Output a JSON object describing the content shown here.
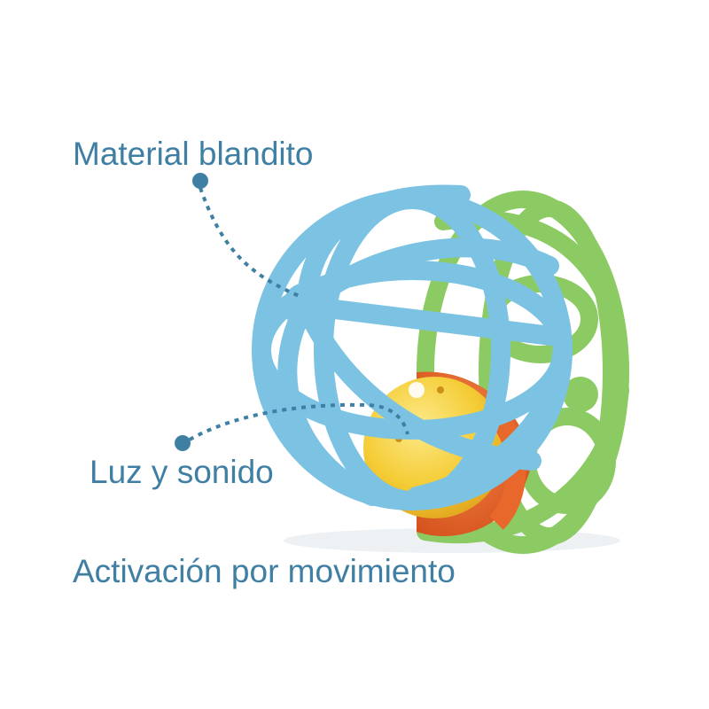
{
  "annotations": {
    "soft_material": "Material blandito",
    "light_sound": "Luz y sonido",
    "motion_activation": "Activación por movimiento"
  },
  "colors": {
    "label_text": "#3f7fa3",
    "cage_blue": "#7cc3e3",
    "cage_green": "#8ccb63",
    "inner_ball_yellow": "#f4cc35",
    "inner_ball_orange": "#e8672a"
  }
}
